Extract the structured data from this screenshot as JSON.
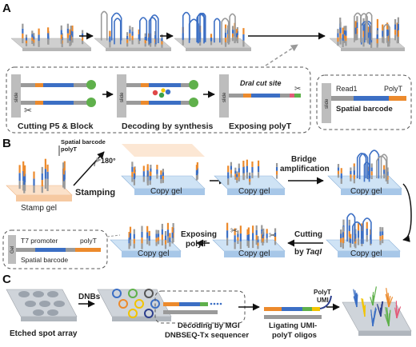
{
  "panels": {
    "a": "A",
    "b": "B",
    "c": "C"
  },
  "panel_a": {
    "steps": {
      "cut": "Cutting P5 & Block",
      "decode": "Decoding by synthesis",
      "expose": "Exposing polyT"
    },
    "slide": "slide",
    "dral_cut_site": "DraI cut site",
    "read1": "Read1",
    "polyt": "PolyT",
    "spatial_barcode": "Spatial barcode"
  },
  "panel_b": {
    "legend_spatial_barcode": "Spatial barcode",
    "legend_polyt": "polyT",
    "stamp_gel": "Stamp gel",
    "copy_gel": "Copy gel",
    "rotation": "180°",
    "stamping": "Stamping",
    "bridge_line1": "Bridge",
    "bridge_line2": "amplification",
    "cutting_line1": "Cutting",
    "cutting_by": "by",
    "taqi": "TaqI",
    "exposing_line1": "Exposing",
    "exposing_line2": "polyT",
    "gel": "Gel",
    "t7_promoter": "T7 promoter",
    "polyt": "polyT",
    "spatial_barcode": "Spatial barcode"
  },
  "panel_c": {
    "etched": "Etched spot array",
    "dnbs": "DNBs",
    "decoding_line1": "Decoding by MGI",
    "decoding_line2": "DNBSEQ-Tx sequencer",
    "ligating_line1": "Ligating UMI-",
    "ligating_line2": "polyT oligos",
    "polyt": "PolyT",
    "umi": "UMI"
  },
  "colors": {
    "blue": "#3c6fc4",
    "orange": "#ec8a2c",
    "gray": "#9a9a9a",
    "green": "#5fb04b",
    "yellow": "#f2c400",
    "pink": "#f3d6bd",
    "slide": "#bfbfbf"
  }
}
